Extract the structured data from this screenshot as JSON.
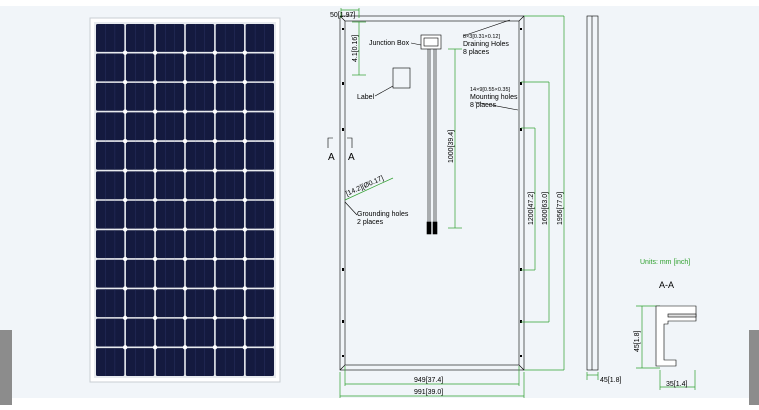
{
  "colors": {
    "background": "#ffffff",
    "panel_bg": "#f1f5f9",
    "cell": "#141a3f",
    "frame": "#c9ced3",
    "dim_green": "#2fa02f",
    "outline": "#000000",
    "text": "#000000"
  },
  "drawing": {
    "dims": {
      "top_left": "50[1.97]",
      "small_v": "4.1[0.16]",
      "cable_len": "1000[39.4]",
      "ground_diag": "[14.2][Ø0.17]",
      "mh_1200": "1200[47.2]",
      "mh_1600": "1600[63.0]",
      "length": "1956[77.0]",
      "inner_width": "949[37.4]",
      "outer_width": "991[39.0]",
      "depth_45": "45[1.8]",
      "side_width": "45[1.8]",
      "section_35": "35[1.4]"
    },
    "labels": {
      "junction_box": "Junction Box",
      "label": "Label",
      "drain_spec": "8×3[0.31×0.12]",
      "drain_holes_line1": "Draining Holes",
      "drain_holes_line2": "8 places",
      "mount_spec": "14×9[0.55×0.35]",
      "mount_holes_line1": "Mounting holes",
      "mount_holes_line2": "8 places",
      "grounding_line1": "Grounding holes",
      "grounding_line2": "2 places",
      "section_a_left": "A",
      "section_a_right": "A",
      "units": "Units: mm [inch]",
      "section_title": "A-A"
    }
  }
}
